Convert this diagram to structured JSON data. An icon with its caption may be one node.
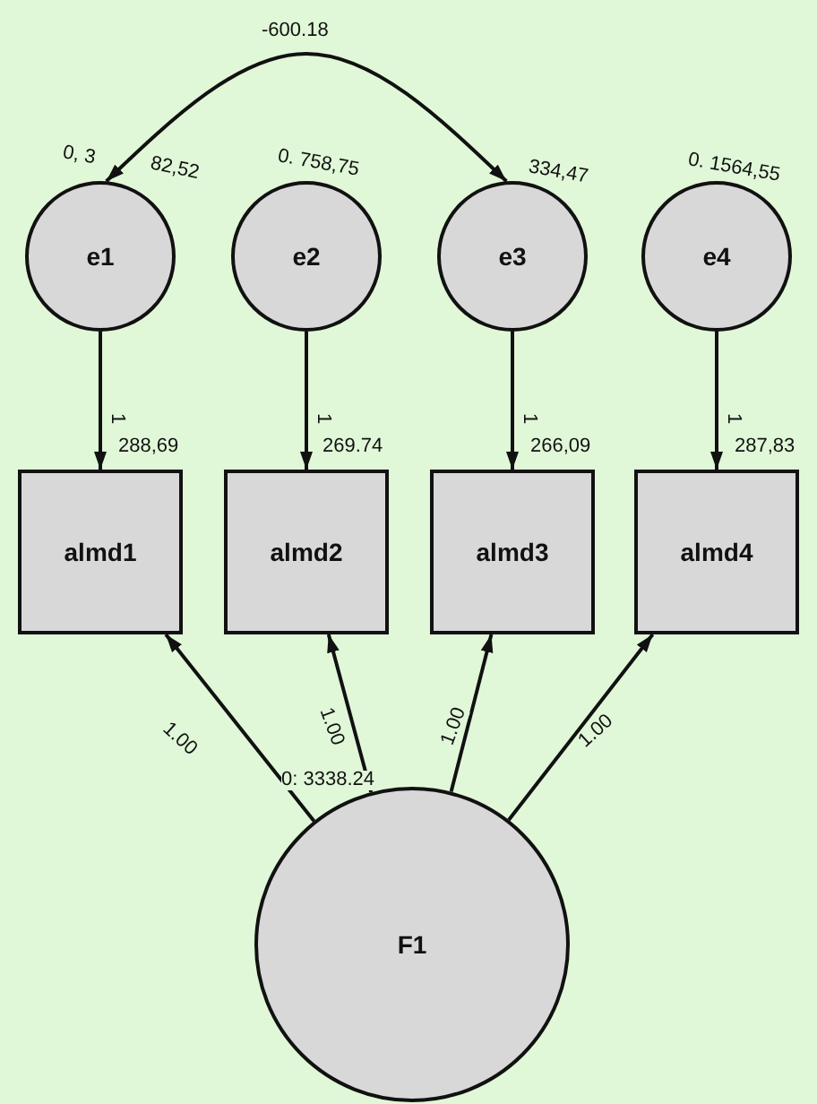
{
  "diagram": {
    "nodes": [
      {
        "text": [
          "e1"
        ],
        "beside": [
          "0, 3",
          "82,52"
        ]
      },
      {
        "text": [
          "e2"
        ],
        "beside": [
          "0. 758,75"
        ]
      },
      {
        "text": [
          "e3"
        ],
        "beside": [
          "334,47"
        ]
      },
      {
        "text": [
          "e4"
        ],
        "beside": [
          "0. 1564,55"
        ]
      },
      {
        "text": [
          "almd1"
        ],
        "beside": [
          "288,69"
        ]
      },
      {
        "text": [
          "almd2"
        ],
        "beside": [
          "269.74"
        ]
      },
      {
        "text": [
          "almd3"
        ],
        "beside": [
          "266,09"
        ]
      },
      {
        "text": [
          "almd4"
        ],
        "beside": [
          "287,83"
        ]
      },
      {
        "text": [
          "F1"
        ],
        "beside": [
          "0: 3338.24"
        ]
      }
    ],
    "edges": [
      {
        "from": 0,
        "to": 2,
        "arrow": "both",
        "label": "-600.18"
      },
      {
        "from": 0,
        "to": 4,
        "arrow": "to",
        "label": "1"
      },
      {
        "from": 1,
        "to": 5,
        "arrow": "to",
        "label": "1"
      },
      {
        "from": 2,
        "to": 6,
        "arrow": "to",
        "label": "1"
      },
      {
        "from": 3,
        "to": 7,
        "arrow": "to",
        "label": "1"
      },
      {
        "from": 8,
        "to": 4,
        "arrow": "to",
        "label": "1.00"
      },
      {
        "from": 8,
        "to": 5,
        "arrow": "to",
        "label": "1.00"
      },
      {
        "from": 8,
        "to": 6,
        "arrow": "to",
        "label": "1.00"
      },
      {
        "from": 8,
        "to": 7,
        "arrow": "to",
        "label": "1.00"
      }
    ]
  }
}
